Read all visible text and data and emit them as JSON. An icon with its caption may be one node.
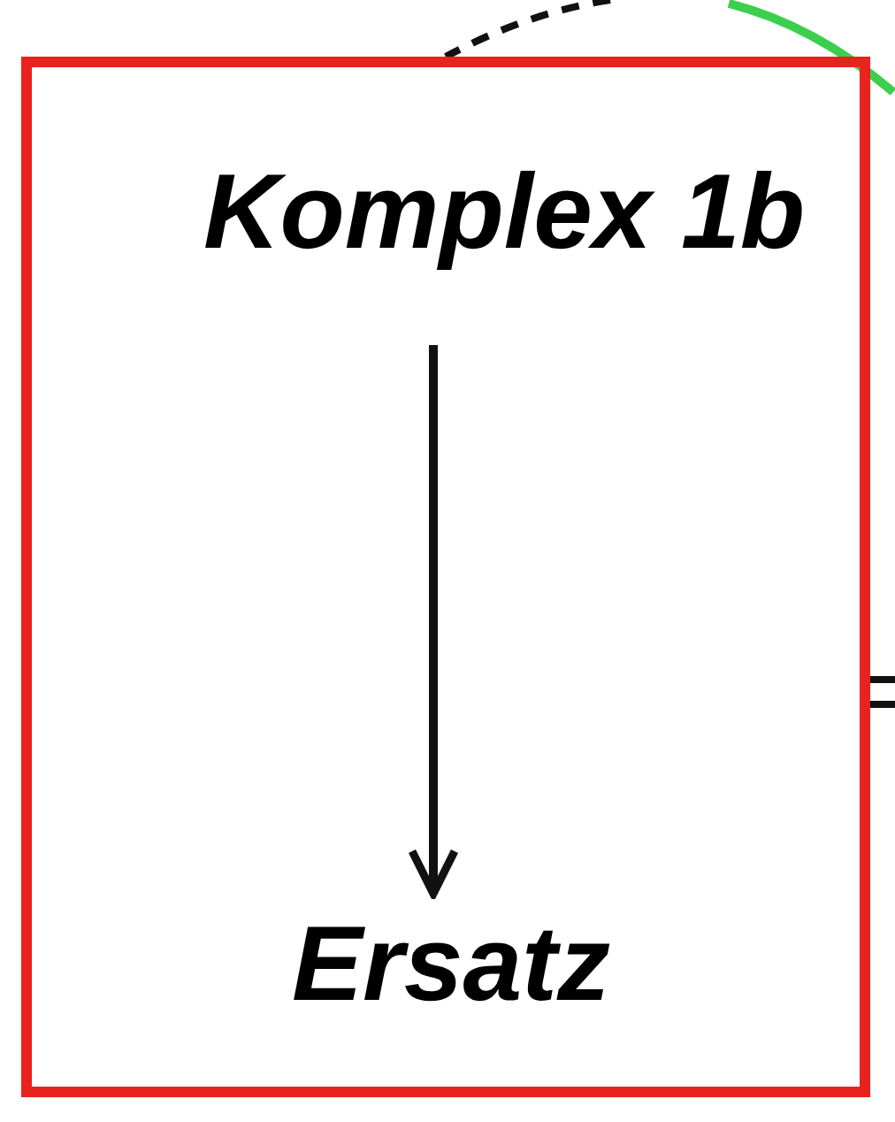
{
  "diagram": {
    "nodes": [
      {
        "text": [],
        "shape": "box"
      },
      {
        "text": [
          "Komplex 1b"
        ],
        "in": 0
      },
      {
        "text": [
          "Ersatz"
        ],
        "in": 0
      }
    ],
    "edges": [
      {
        "from": 1,
        "to": 2,
        "arrow": "to"
      },
      {
        "from": null,
        "to": 0,
        "arrow": "none",
        "style": "dashed"
      }
    ]
  }
}
